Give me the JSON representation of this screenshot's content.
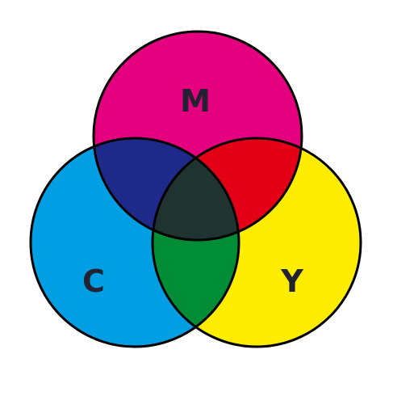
{
  "diagram": {
    "labels": {
      "magenta": "M",
      "cyan": "C",
      "yellow": "Y"
    },
    "colors": {
      "magenta": "#e4007f",
      "cyan": "#009fe3",
      "yellow": "#ffed00",
      "magenta_cyan": "#1d2a8a",
      "magenta_yellow": "#e30016",
      "cyan_yellow": "#008d36",
      "all_three": "#1f3330",
      "outline": "#000000",
      "label_text": "#222233"
    }
  }
}
